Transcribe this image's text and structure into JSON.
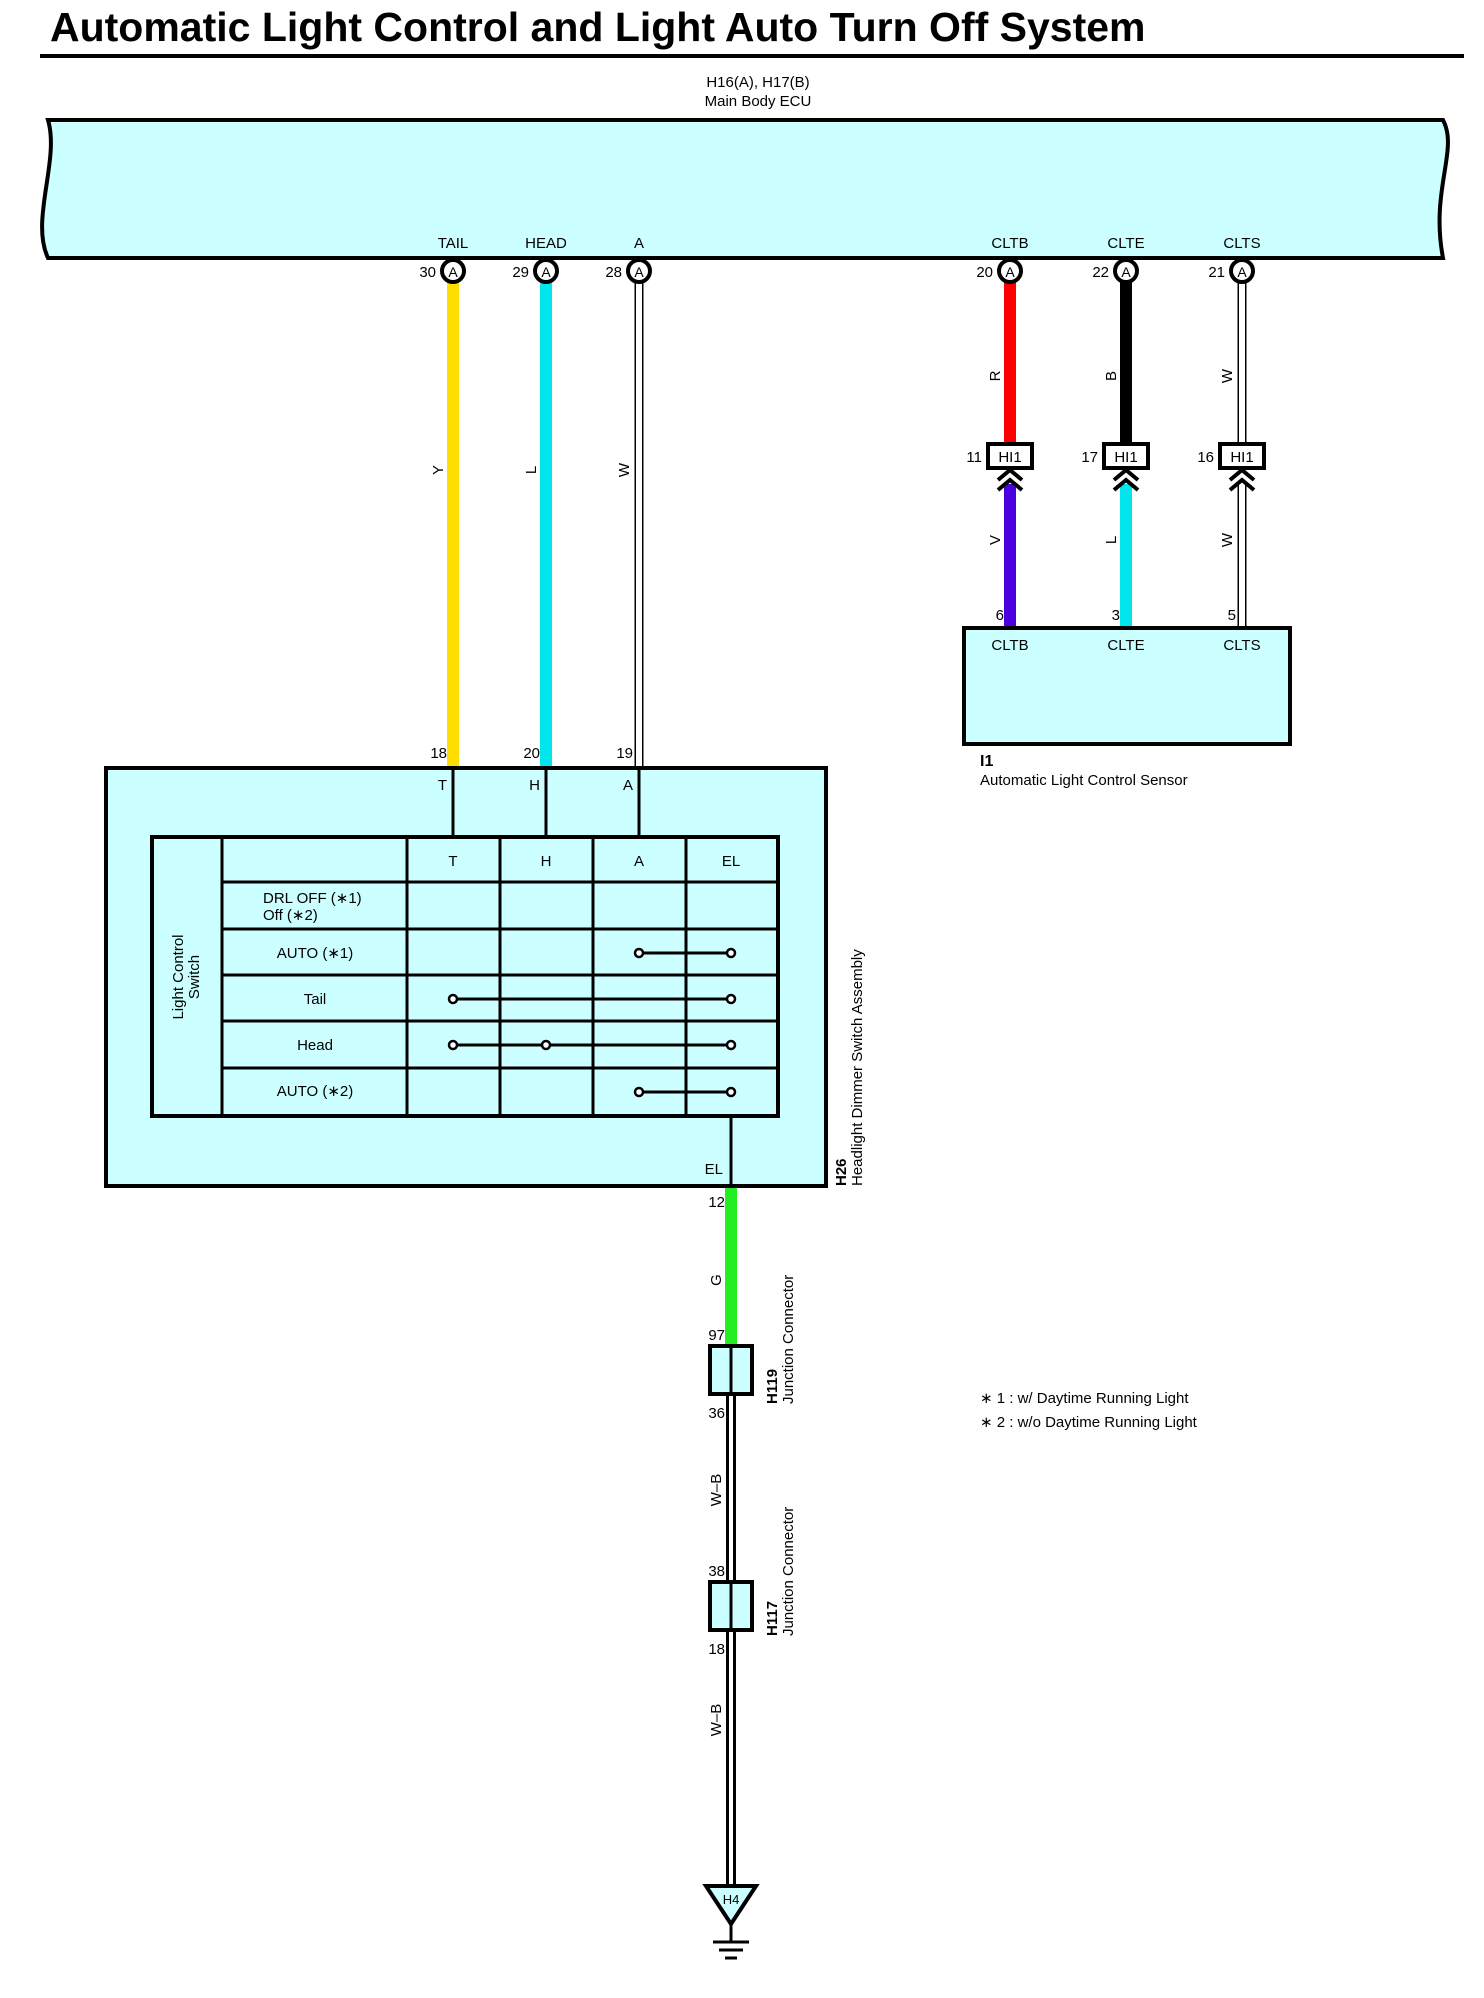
{
  "title": "Automatic Light Control and Light Auto Turn Off System",
  "ecu": {
    "code": "H16(A), H17(B)",
    "name": "Main Body ECU"
  },
  "ecu_terminals": [
    {
      "name": "TAIL",
      "pin": "30",
      "connector": "A",
      "wire": "Y",
      "color": "#ffdd00"
    },
    {
      "name": "HEAD",
      "pin": "29",
      "connector": "A",
      "wire": "L",
      "color": "#00e5ee"
    },
    {
      "name": "A",
      "pin": "28",
      "connector": "A",
      "wire": "W",
      "color": "#ffffff"
    },
    {
      "name": "CLTB",
      "pin": "20",
      "connector": "A",
      "wire": "R",
      "color": "#ff0000"
    },
    {
      "name": "CLTE",
      "pin": "22",
      "connector": "A",
      "wire": "B",
      "color": "#000000"
    },
    {
      "name": "CLTS",
      "pin": "21",
      "connector": "A",
      "wire": "W",
      "color": "#ffffff"
    }
  ],
  "inline_connectors": [
    {
      "label": "HI1",
      "pin": "11",
      "lower_wire": "V",
      "lower_color": "#4b00e0"
    },
    {
      "label": "HI1",
      "pin": "17",
      "lower_wire": "L",
      "lower_color": "#00e5ee"
    },
    {
      "label": "HI1",
      "pin": "16",
      "lower_wire": "W",
      "lower_color": "#ffffff"
    }
  ],
  "sensor": {
    "code": "I1",
    "name": "Automatic Light Control Sensor",
    "terminals": [
      {
        "name": "CLTB",
        "pin": "6"
      },
      {
        "name": "CLTE",
        "pin": "3"
      },
      {
        "name": "CLTS",
        "pin": "5"
      }
    ]
  },
  "switch_assembly": {
    "code": "H26",
    "name": "Headlight Dimmer Switch Assembly",
    "inputs": [
      {
        "name": "T",
        "pin": "18"
      },
      {
        "name": "H",
        "pin": "20"
      },
      {
        "name": "A",
        "pin": "19"
      }
    ],
    "output": {
      "name": "EL",
      "pin": "12",
      "wire": "G",
      "color": "#22ee22"
    },
    "table_label_line1": "Light Control",
    "table_label_line2": "Switch",
    "columns": [
      "T",
      "H",
      "A",
      "EL"
    ],
    "rows": [
      {
        "label": "DRL OFF (∗1)",
        "label2": "Off (∗2)"
      },
      {
        "label": "AUTO (∗1)"
      },
      {
        "label": "Tail"
      },
      {
        "label": "Head"
      },
      {
        "label": "AUTO (∗2)"
      }
    ]
  },
  "junctions": [
    {
      "code": "H119",
      "name": "Junction Connector",
      "pin_in": "97",
      "pin_out": "36"
    },
    {
      "code": "H117",
      "name": "Junction Connector",
      "pin_in": "38",
      "pin_out": "18"
    }
  ],
  "ground_wires": [
    "W–B",
    "W–B"
  ],
  "ground": "H4",
  "notes": [
    "∗ 1 : w/ Daytime Running Light",
    "∗ 2 : w/o Daytime Running Light"
  ]
}
